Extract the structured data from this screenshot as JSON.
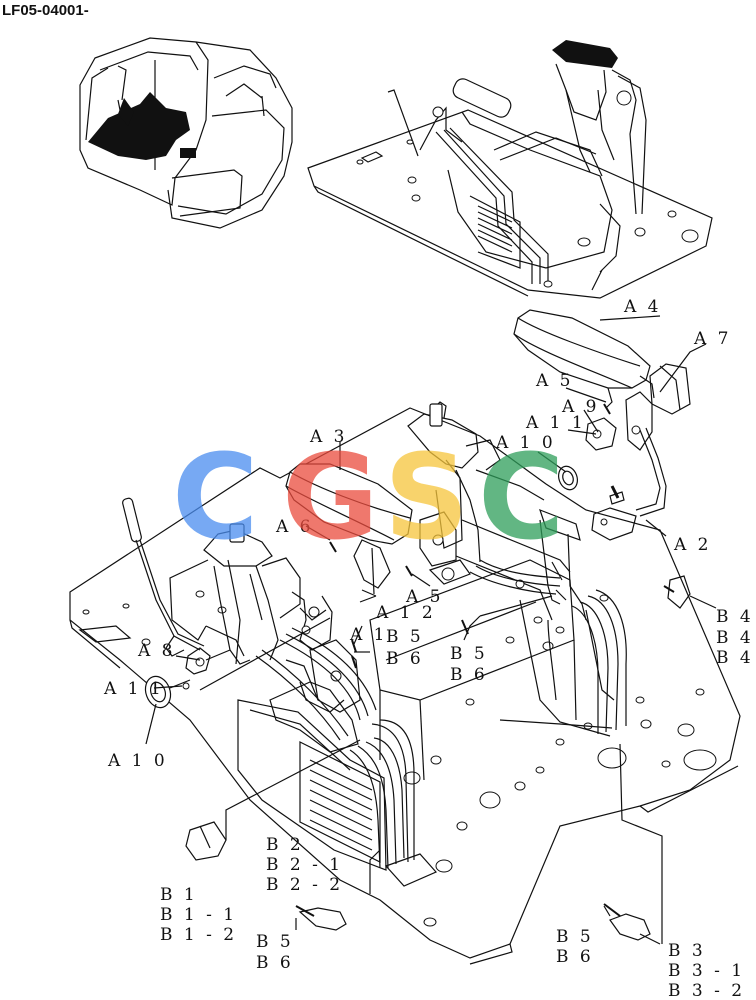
{
  "header": {
    "code": "LF05-04001-"
  },
  "watermark": {
    "letters": [
      "C",
      "G",
      "S",
      "C"
    ],
    "colors": [
      "#4a8df0",
      "#ea4b3d",
      "#f6c53c",
      "#2e9e5a"
    ]
  },
  "parts": {
    "A4": "A 4",
    "A7": "A 7",
    "A5a": "A 5",
    "A9": "A 9",
    "A11a": "A 1 1",
    "A10a": "A 1 0",
    "A3": "A 3",
    "A6": "A 6",
    "A2": "A 2",
    "A5b": "A 5",
    "A12": "A 1 2",
    "A1": "A 1",
    "B5a": "B 5",
    "B6a": "B 6",
    "B5b": "B 5",
    "B6b": "B 6",
    "B4a": "B 4",
    "B4b": "B 4",
    "B4c": "B 4",
    "A8": "A 8",
    "A11b": "A 1 1",
    "A10b": "A 1 0",
    "B2": "B 2",
    "B2_1": "B 2 - 1",
    "B2_2": "B 2 - 2",
    "B1": "B 1",
    "B1_1": "B 1 - 1",
    "B1_2": "B 1 - 2",
    "B5c": "B 5",
    "B6c": "B 6",
    "B5d": "B 5",
    "B6d": "B 6",
    "B3": "B 3",
    "B3_1": "B 3 - 1",
    "B3_2": "B 3 - 2"
  }
}
